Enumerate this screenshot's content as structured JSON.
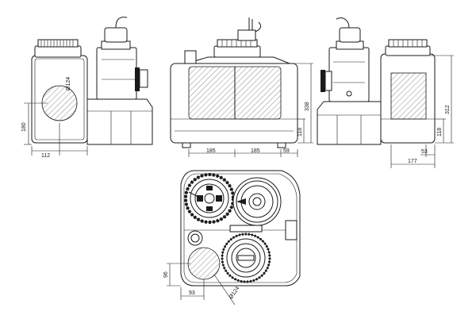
{
  "dimensions": {
    "left_view": {
      "inlet_diameter": "Ø124",
      "height": "180",
      "offset": "112"
    },
    "front_view": {
      "width_left": "185",
      "width_center": "185",
      "width_right": "59",
      "inlet_height": "118",
      "total_height": "338"
    },
    "right_view": {
      "inlet_height": "118",
      "total_height": "312",
      "small_offset": "53",
      "width": "177"
    },
    "top_view": {
      "vertical_offset": "96",
      "horizontal_offset": "93",
      "inlet_diameter": "Ø124"
    }
  }
}
